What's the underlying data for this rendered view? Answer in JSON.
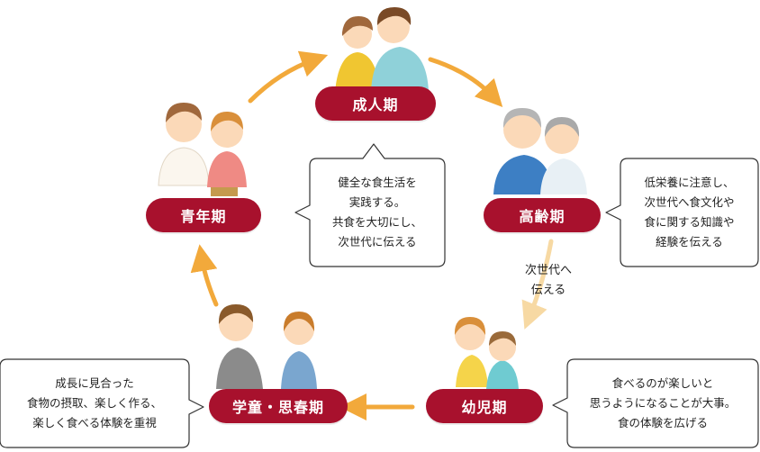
{
  "colors": {
    "stage_pill": "#a8112d",
    "arrow": "#f2a93b",
    "arrow_light": "#f7d9a3",
    "bubble_border": "#333333"
  },
  "stages": {
    "adult": "成人期",
    "senior": "高齢期",
    "early_childhood": "幼児期",
    "school_adolescence": "学童・思春期",
    "youth": "青年期"
  },
  "bubbles": {
    "adult": "健全な食生活を\n実践する。\n共食を大切にし、\n次世代に伝える",
    "senior": "低栄養に注意し、\n次世代へ食文化や\n食に関する知識や\n経験を伝える",
    "early_childhood": "食べるのが楽しいと\n思うようになることが大事。\n食の体験を広げる",
    "school_adolescence": "成長に見合った\n食物の摂取、楽しく作る、\n楽しく食べる体験を重視"
  },
  "arrow_label": "次世代へ\n伝える"
}
